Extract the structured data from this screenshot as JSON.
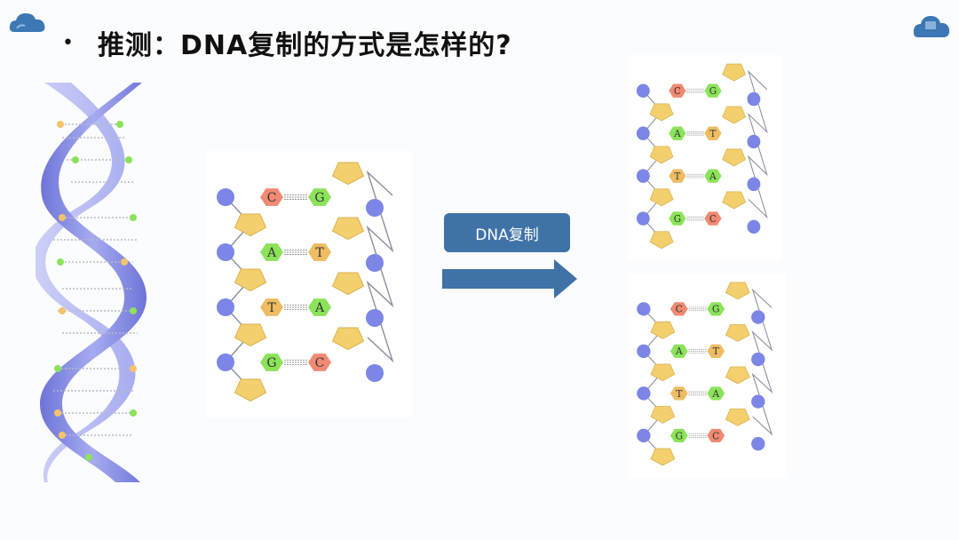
{
  "title": {
    "bullet": "•",
    "text": "推测：DNA复制的方式是怎样的?"
  },
  "replication_label": "DNA复制",
  "diagrams": {
    "main_pairs": [
      [
        "C",
        "G"
      ],
      [
        "A",
        "T"
      ],
      [
        "T",
        "A"
      ],
      [
        "G",
        "C"
      ]
    ],
    "copy1_pairs": [
      [
        "C",
        "G"
      ],
      [
        "A",
        "T"
      ],
      [
        "T",
        "A"
      ],
      [
        "G",
        "C"
      ]
    ],
    "copy2_pairs": [
      [
        "C",
        "G"
      ],
      [
        "A",
        "T"
      ],
      [
        "T",
        "A"
      ],
      [
        "G",
        "C"
      ]
    ]
  },
  "colors": {
    "phosphate": "#7b86e6",
    "sugar": "#f3cf6e",
    "base_cytosine": "#f08a72",
    "base_guanine": "#8be35a",
    "base_adenine": "#8be35a",
    "base_thymine": "#eebc62",
    "label_bg": "#3f73a8",
    "arrow": "#3f73a8"
  }
}
